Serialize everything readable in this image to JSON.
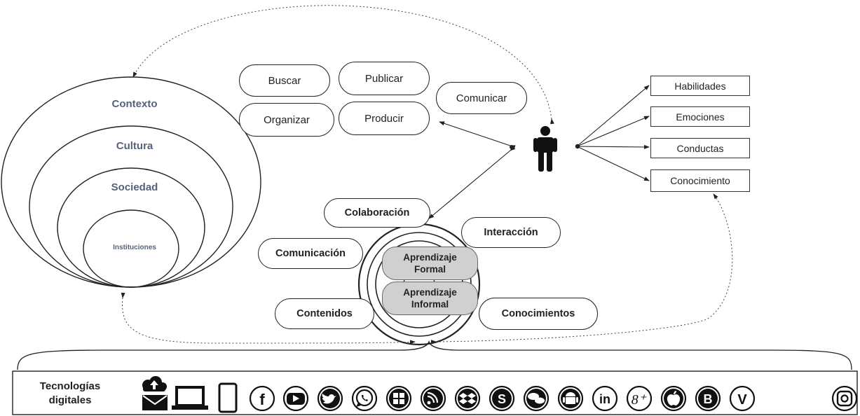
{
  "context_rings": {
    "contexto": "Contexto",
    "cultura": "Cultura",
    "sociedad": "Sociedad",
    "instituciones": "Instituciones"
  },
  "actions": {
    "buscar": "Buscar",
    "publicar": "Publicar",
    "comunicar": "Comunicar",
    "organizar": "Organizar",
    "producir": "Producir"
  },
  "outcomes": [
    "Habilidades",
    "Emociones",
    "Conductas",
    "Conocimiento"
  ],
  "learning_labels": {
    "colaboracion": "Colaboración",
    "interaccion": "Interacción",
    "comunicacion": "Comunicación",
    "contenidos": "Contenidos",
    "conocimientos": "Conocimientos"
  },
  "learning_types": {
    "formal_line1": "Aprendizaje",
    "formal_line2": "Formal",
    "informal_line1": "Aprendizaje",
    "informal_line2": "Informal"
  },
  "tech": {
    "label_line1": "Tecnologías",
    "label_line2": "digitales",
    "icons": [
      "cloud-mail-icon",
      "laptop-icon",
      "smartphone-icon",
      "facebook-icon",
      "youtube-icon",
      "twitter-icon",
      "whatsapp-icon",
      "windows-icon",
      "rss-icon",
      "dropbox-icon",
      "skype-icon",
      "chat-icon",
      "android-icon",
      "linkedin-icon",
      "google-plus-icon",
      "apple-icon",
      "blogger-icon",
      "vine-icon",
      "instagram-icon"
    ],
    "glyphs": {
      "facebook": "f",
      "linkedin": "in",
      "google_plus": "8⁺",
      "skype": "S",
      "blogger": "B",
      "vine": "V"
    }
  },
  "colors": {
    "context_text": "#56627a",
    "learning_fill": "#d0d0d0",
    "line": "#222222"
  }
}
